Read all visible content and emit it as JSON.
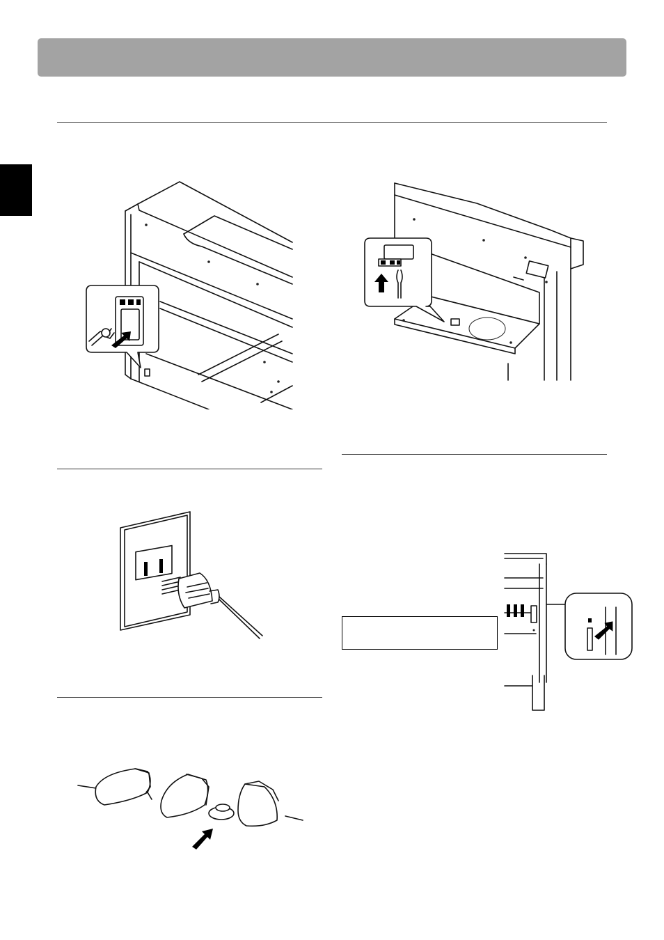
{
  "page": {
    "header": {
      "text": ""
    },
    "side_tab": {
      "text": ""
    }
  },
  "figures": [
    {
      "id": "connect-power-cable-to-piano",
      "arrow": "diagonal-arrow"
    },
    {
      "id": "connect-headphone-or-pedal-cable",
      "arrow": "up-arrow"
    },
    {
      "id": "plug-into-wall-outlet",
      "arrow": "none"
    },
    {
      "id": "side-power-switch",
      "arrow": "diagonal-arrow"
    },
    {
      "id": "pedal-adjuster",
      "arrow": "diagonal-arrow"
    }
  ],
  "note_box": {
    "text": ""
  },
  "colors": {
    "header": "#a3a3a3",
    "tab": "#000000",
    "ink": "#111111"
  }
}
